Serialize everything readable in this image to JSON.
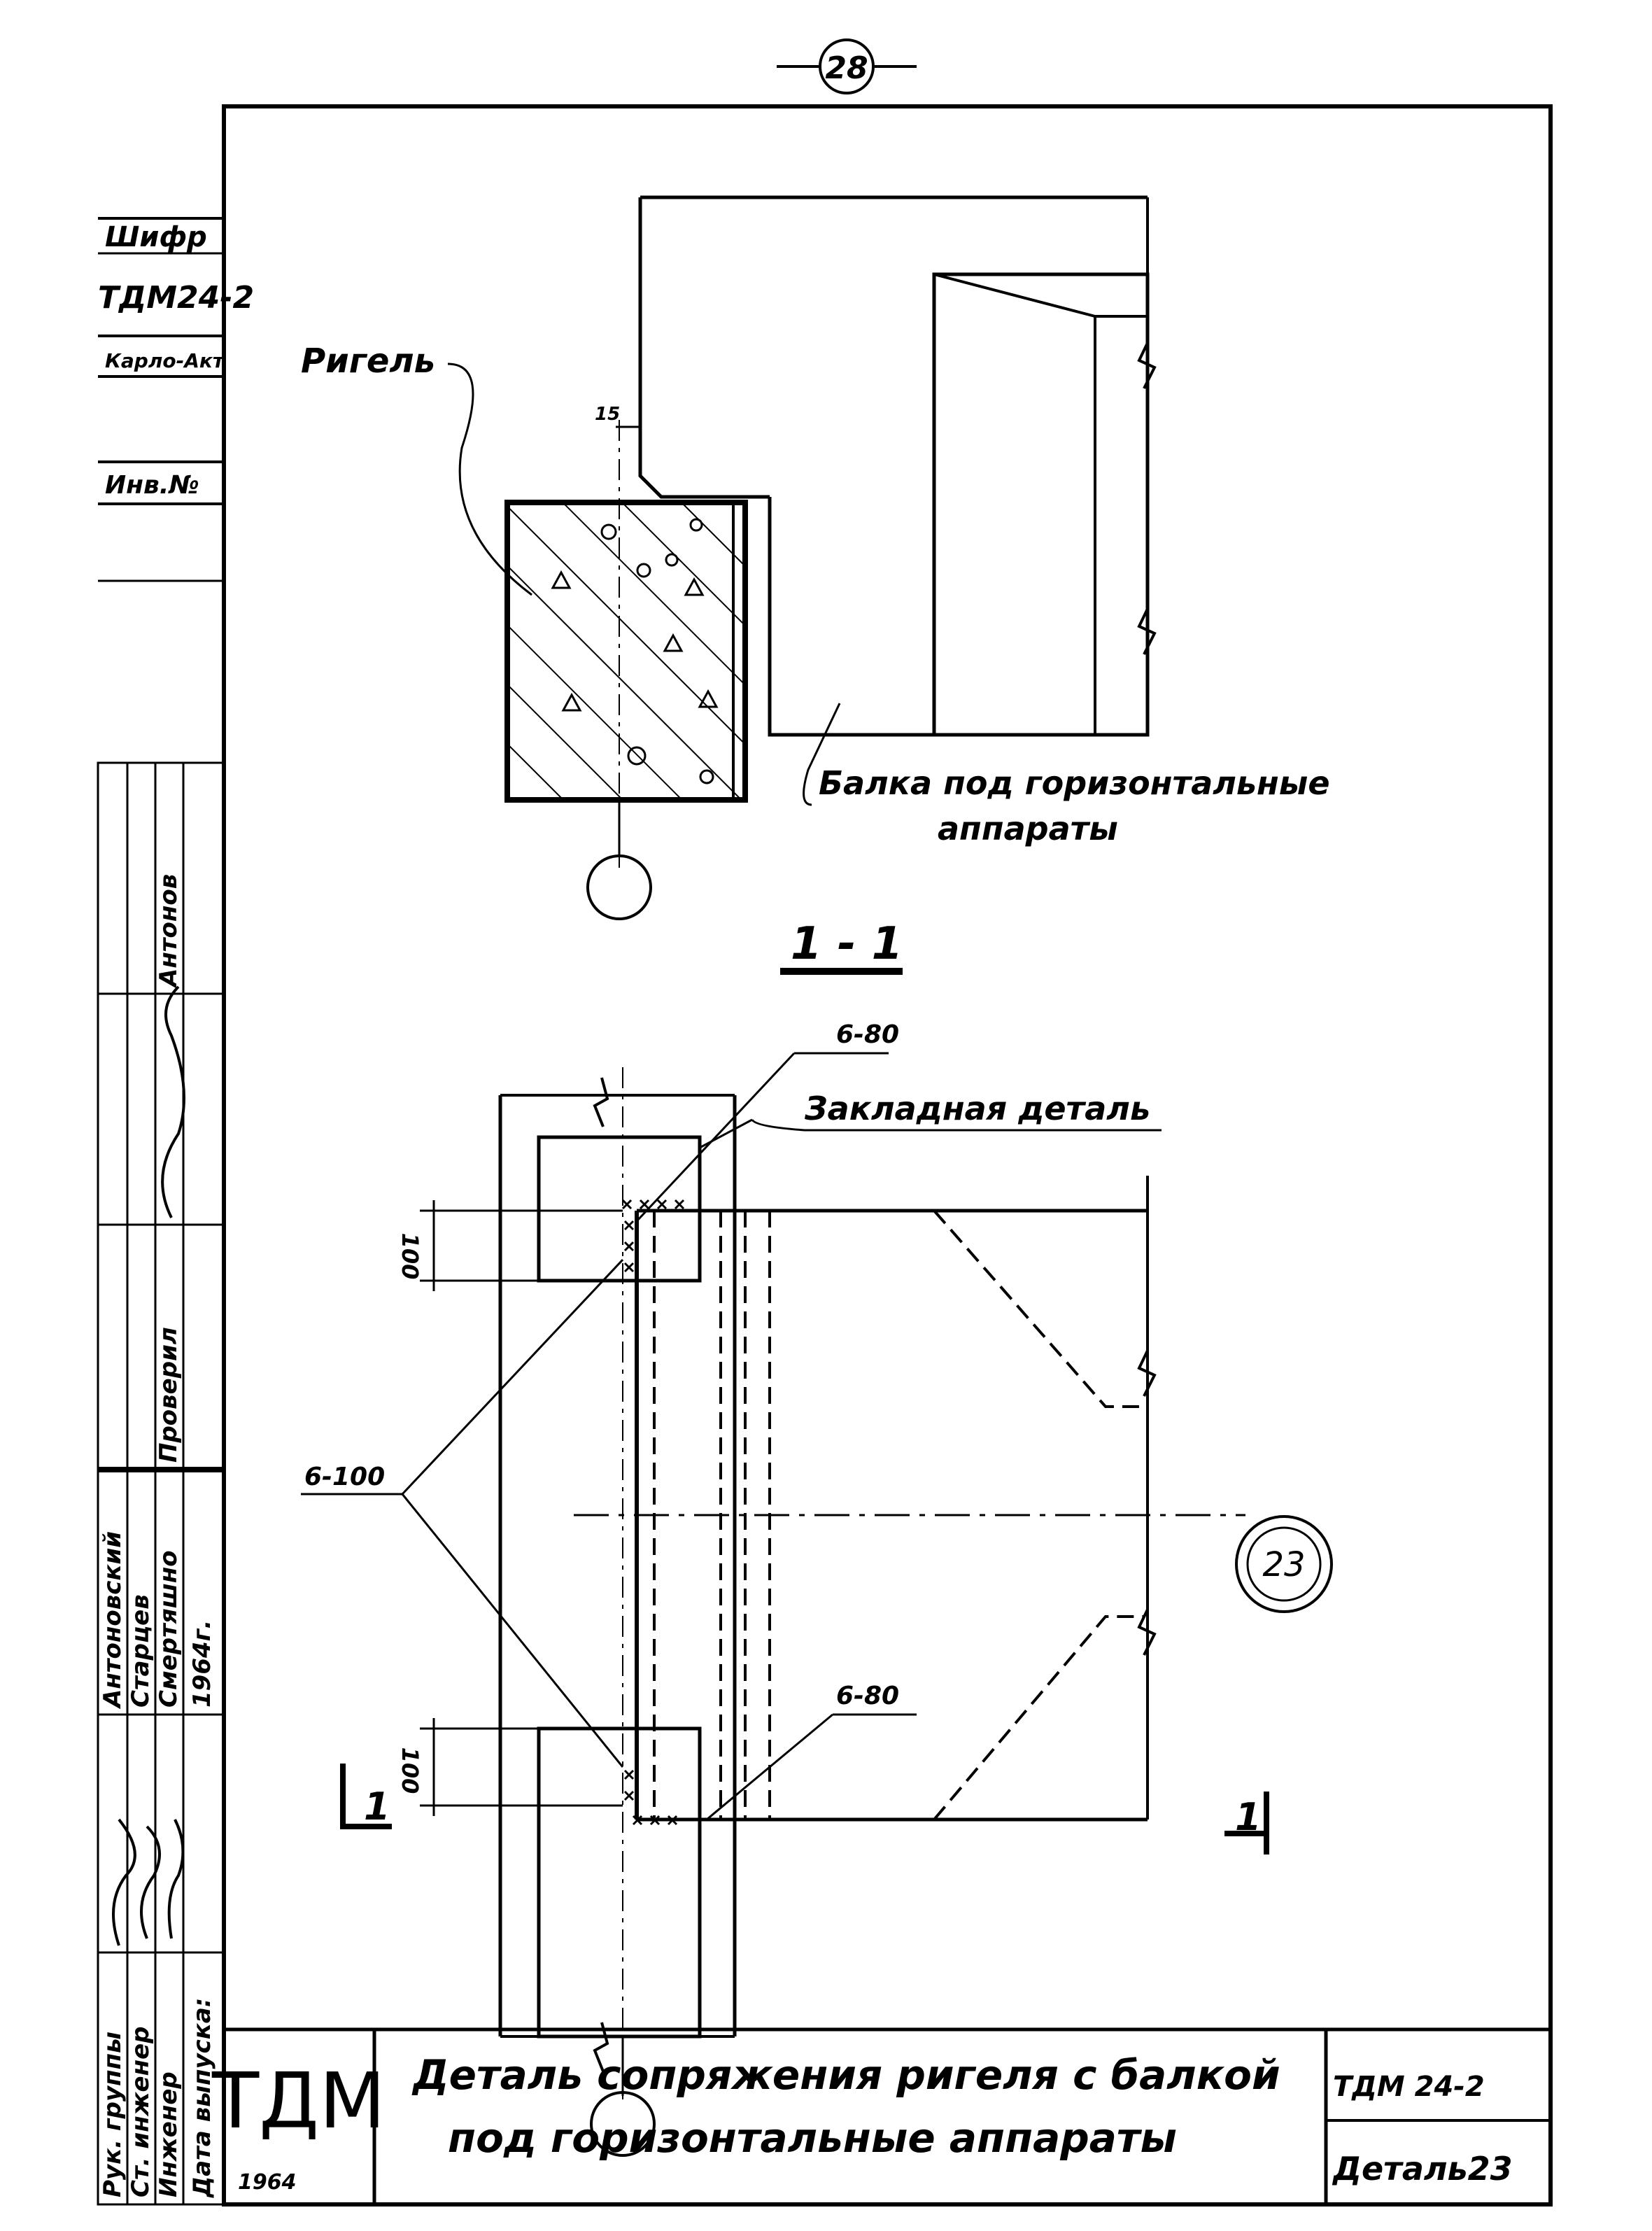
{
  "page_number": "28",
  "side_stamp": {
    "code_label": "Шифр",
    "code_value": "ТДМ24-2",
    "archive_label": "Карло-Акт",
    "inventory_label": "Инв.№"
  },
  "plan_view": {
    "riegel_label": "Ригель",
    "dim_15": "15",
    "beam_label_line1": "Балка под горизонтальные",
    "beam_label_line2": "аппараты"
  },
  "section": {
    "section_title": "1 - 1",
    "weld_top_label": "6-80",
    "embedded_part_label": "Закладная деталь",
    "dim_100_top": "100",
    "weld_side_label": "6-100",
    "detail_circle": "23",
    "weld_bottom_label": "6-80",
    "dim_100_bottom": "100",
    "cut_left": "1",
    "cut_right": "1"
  },
  "signatures": {
    "roles": [
      "Рук. группы",
      "Ст. инженер",
      "Инженер",
      "Дата выпуска:"
    ],
    "names": [
      "Антоновский",
      "Старцев",
      "Смертяшно",
      "1964г."
    ],
    "checked_label": "Проверил",
    "checker_name": "Антонов"
  },
  "title_block": {
    "org": "ТДМ",
    "year": "1964",
    "title_line1": "Деталь сопряжения ригеля с балкой",
    "title_line2": "под горизонтальные аппараты",
    "code": "ТДМ 24-2",
    "detail": "Деталь23"
  }
}
